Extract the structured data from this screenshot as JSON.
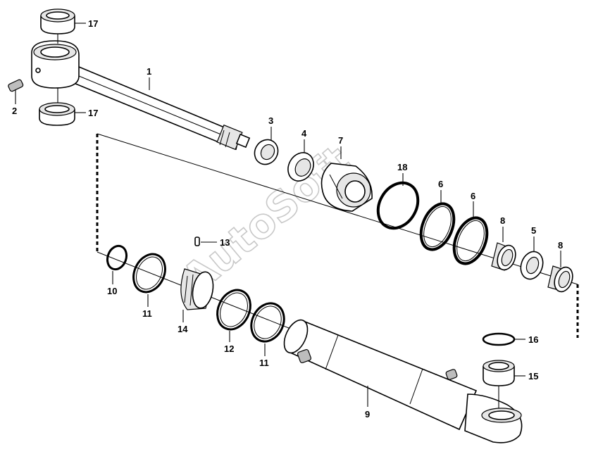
{
  "diagram": {
    "watermark": "AutoSoft",
    "callouts": {
      "c17a": "17",
      "c17b": "17",
      "c1": "1",
      "c2": "2",
      "c3": "3",
      "c4": "4",
      "c7": "7",
      "c18": "18",
      "c6a": "6",
      "c6b": "6",
      "c8a": "8",
      "c5": "5",
      "c8b": "8",
      "c13": "13",
      "c10": "10",
      "c11a": "11",
      "c14": "14",
      "c12": "12",
      "c11b": "11",
      "c9": "9",
      "c16": "16",
      "c15": "15"
    }
  }
}
